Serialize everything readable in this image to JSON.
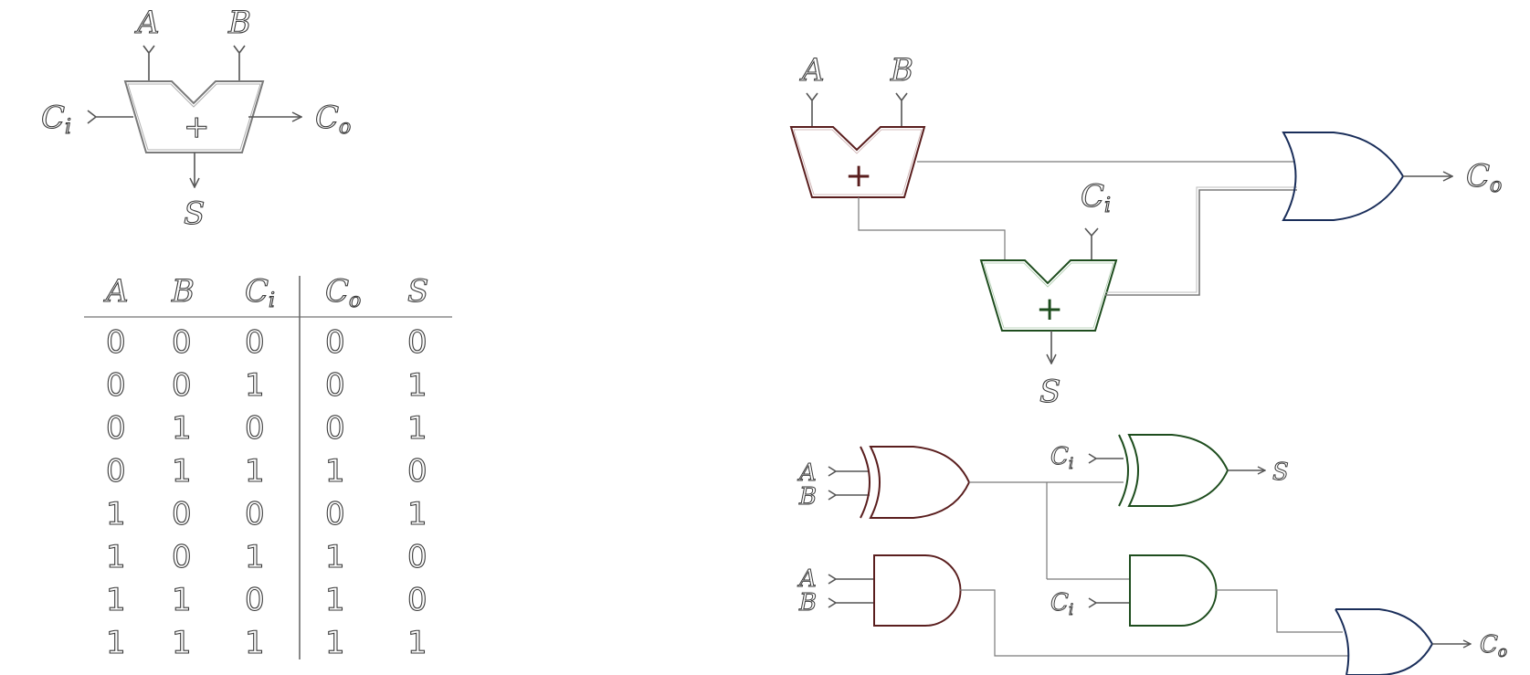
{
  "adder_symbol": {
    "inputs": [
      "A",
      "B"
    ],
    "carry_in": {
      "base": "C",
      "sub": "i"
    },
    "carry_out": {
      "base": "C",
      "sub": "o"
    },
    "sum": "S",
    "op": "+"
  },
  "truth_table": {
    "headers": [
      {
        "base": "A",
        "sub": ""
      },
      {
        "base": "B",
        "sub": ""
      },
      {
        "base": "C",
        "sub": "i"
      },
      {
        "base": "C",
        "sub": "o"
      },
      {
        "base": "S",
        "sub": ""
      }
    ],
    "rows": [
      [
        "0",
        "0",
        "0",
        "0",
        "0"
      ],
      [
        "0",
        "0",
        "1",
        "0",
        "1"
      ],
      [
        "0",
        "1",
        "0",
        "0",
        "1"
      ],
      [
        "0",
        "1",
        "1",
        "1",
        "0"
      ],
      [
        "1",
        "0",
        "0",
        "0",
        "1"
      ],
      [
        "1",
        "0",
        "1",
        "1",
        "0"
      ],
      [
        "1",
        "1",
        "0",
        "1",
        "0"
      ],
      [
        "1",
        "1",
        "1",
        "1",
        "1"
      ]
    ]
  },
  "half_adder_diagram": {
    "A": "A",
    "B": "B",
    "ci": {
      "base": "C",
      "sub": "i"
    },
    "co": {
      "base": "C",
      "sub": "o"
    },
    "S": "S",
    "op": "+",
    "colors": {
      "adder1": "#5a1e1e",
      "adder2": "#1e4d1e",
      "or_gate": "#1a2e5a"
    }
  },
  "gate_diagram": {
    "A": "A",
    "B": "B",
    "ci": {
      "base": "C",
      "sub": "i"
    },
    "co": {
      "base": "C",
      "sub": "o"
    },
    "S": "S",
    "colors": {
      "stage1": "#5a1e1e",
      "stage2": "#1e4d1e",
      "gray": "#4a4a4a"
    }
  }
}
